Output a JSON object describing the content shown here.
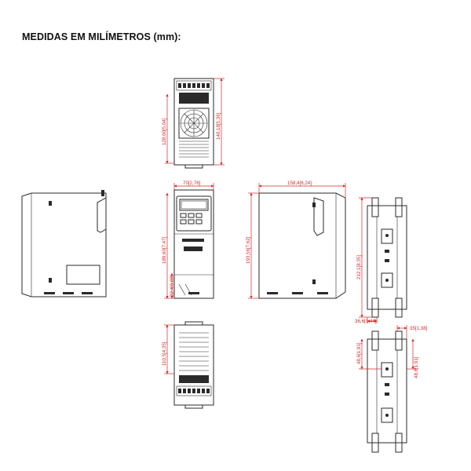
{
  "header": {
    "title": "MEDIDAS EM MILÍMETROS (mm):"
  },
  "dimensions": {
    "top_depth_a": "128,00[5,04]",
    "top_depth_b": "140,18[5,36]",
    "front_width": "70[2,76]",
    "front_height": "189,60[7,47]",
    "front_bottom": "22,4[0,88]",
    "right_depth": "158,4[6,24]",
    "right_height": "193,56[7,62]",
    "mount_height": "212,1[8,35]",
    "mount_offset_left": "36,6[1,44]",
    "mount_offset_right": "35[1,38]",
    "mount_upper": "48,6[1,91]",
    "mount_lower": "48,6[1,91]",
    "bottom_depth": "110,5[4,35]"
  },
  "colors": {
    "dimension": "#d42a2a",
    "drawing": "#2a2a2a"
  }
}
